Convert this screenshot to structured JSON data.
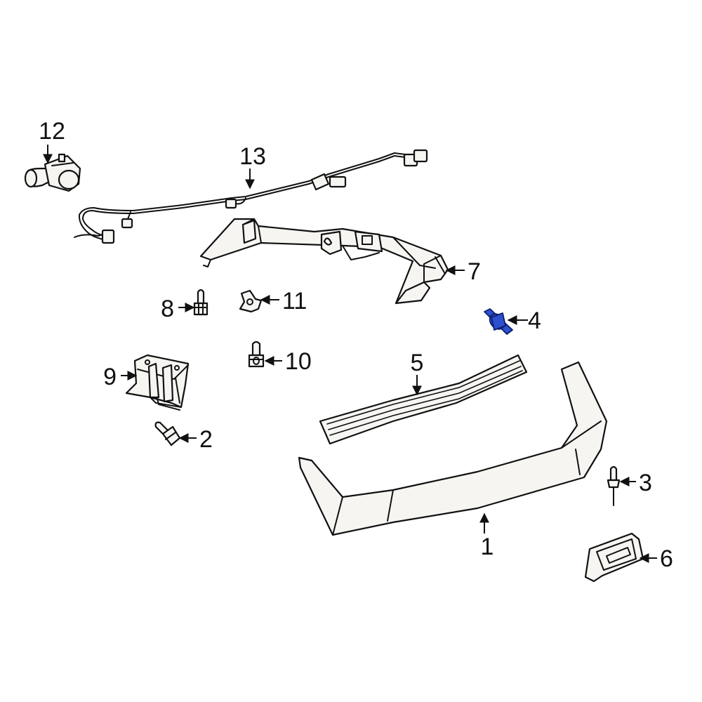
{
  "callouts": {
    "c1": "1",
    "c2": "2",
    "c3": "3",
    "c4": "4",
    "c5": "5",
    "c6": "6",
    "c7": "7",
    "c8": "8",
    "c9": "9",
    "c10": "10",
    "c11": "11",
    "c12": "12",
    "c13": "13"
  },
  "colors": {
    "highlight": "#2d4fd0",
    "line": "#111111"
  }
}
